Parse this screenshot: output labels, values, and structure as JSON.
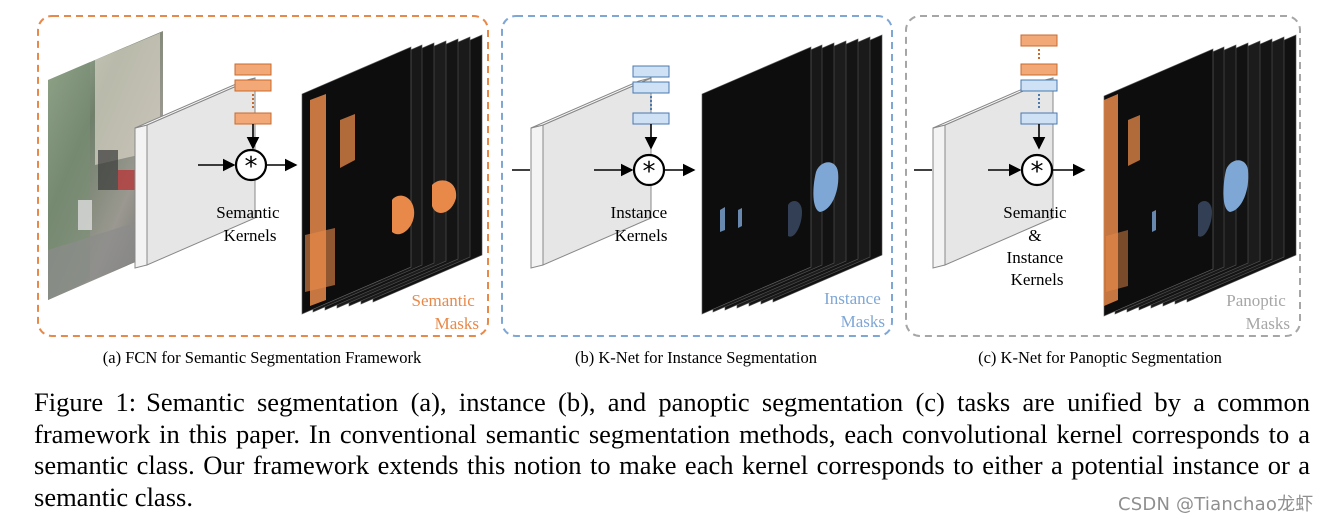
{
  "panels": [
    {
      "id": "a",
      "kernel_label": [
        "Semantic",
        "Kernels"
      ],
      "mask_label": [
        "Semantic",
        "Masks"
      ],
      "subcaption": "(a) FCN for Semantic Segmentation Framework"
    },
    {
      "id": "b",
      "kernel_label": [
        "Instance",
        "Kernels"
      ],
      "mask_label": [
        "Instance",
        "Masks"
      ],
      "subcaption": "(b) K-Net for Instance Segmentation"
    },
    {
      "id": "c",
      "kernel_label": [
        "Semantic",
        "&",
        "Instance",
        "Kernels"
      ],
      "mask_label": [
        "Panoptic",
        "Masks"
      ],
      "subcaption": "(c) K-Net for Panoptic Segmentation"
    }
  ],
  "conv_symbol": "*",
  "colors": {
    "semantic_orange": "#e8894a",
    "instance_blue": "#7fa7d6",
    "panoptic_gray": "#a6a6a6",
    "kernel_orange_fill": "#f2a877",
    "kernel_blue_fill": "#cfe2f5"
  },
  "caption": {
    "label": "Figure 1:",
    "text": "Semantic segmentation (a), instance (b), and panoptic segmentation (c) tasks are unified by a common framework in this paper. In conventional semantic segmentation methods, each convolutional kernel corresponds to a semantic class. Our framework extends this notion to make each kernel corresponds to either a potential instance or a semantic class."
  },
  "watermark": "CSDN @Tianchao龙虾"
}
